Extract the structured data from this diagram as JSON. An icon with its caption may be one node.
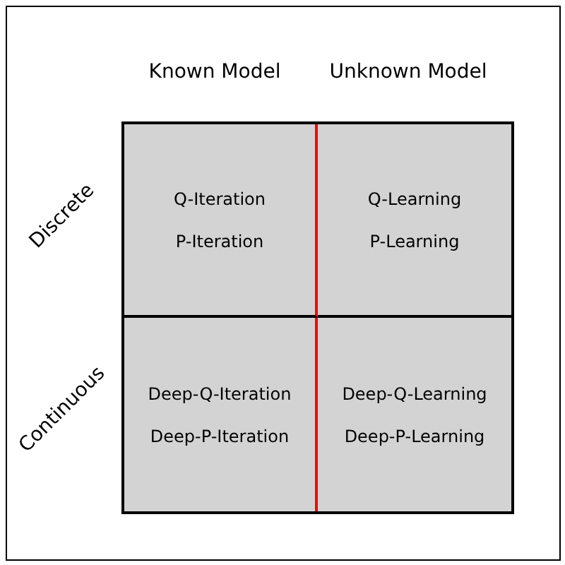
{
  "diagram": {
    "nodes": [
      {
        "text": [
          "Q-Iteration",
          "P-Iteration"
        ]
      },
      {
        "text": [
          "Q-Learning",
          "P-Learning"
        ]
      },
      {
        "text": [
          "Deep-Q-Iteration",
          "Deep-P-Iteration"
        ]
      },
      {
        "text": [
          "Deep-Q-Learning",
          "Deep-P-Learning"
        ]
      }
    ],
    "labels": [
      "Known Model",
      "Unknown Model",
      "Discrete",
      "Continuous"
    ]
  }
}
